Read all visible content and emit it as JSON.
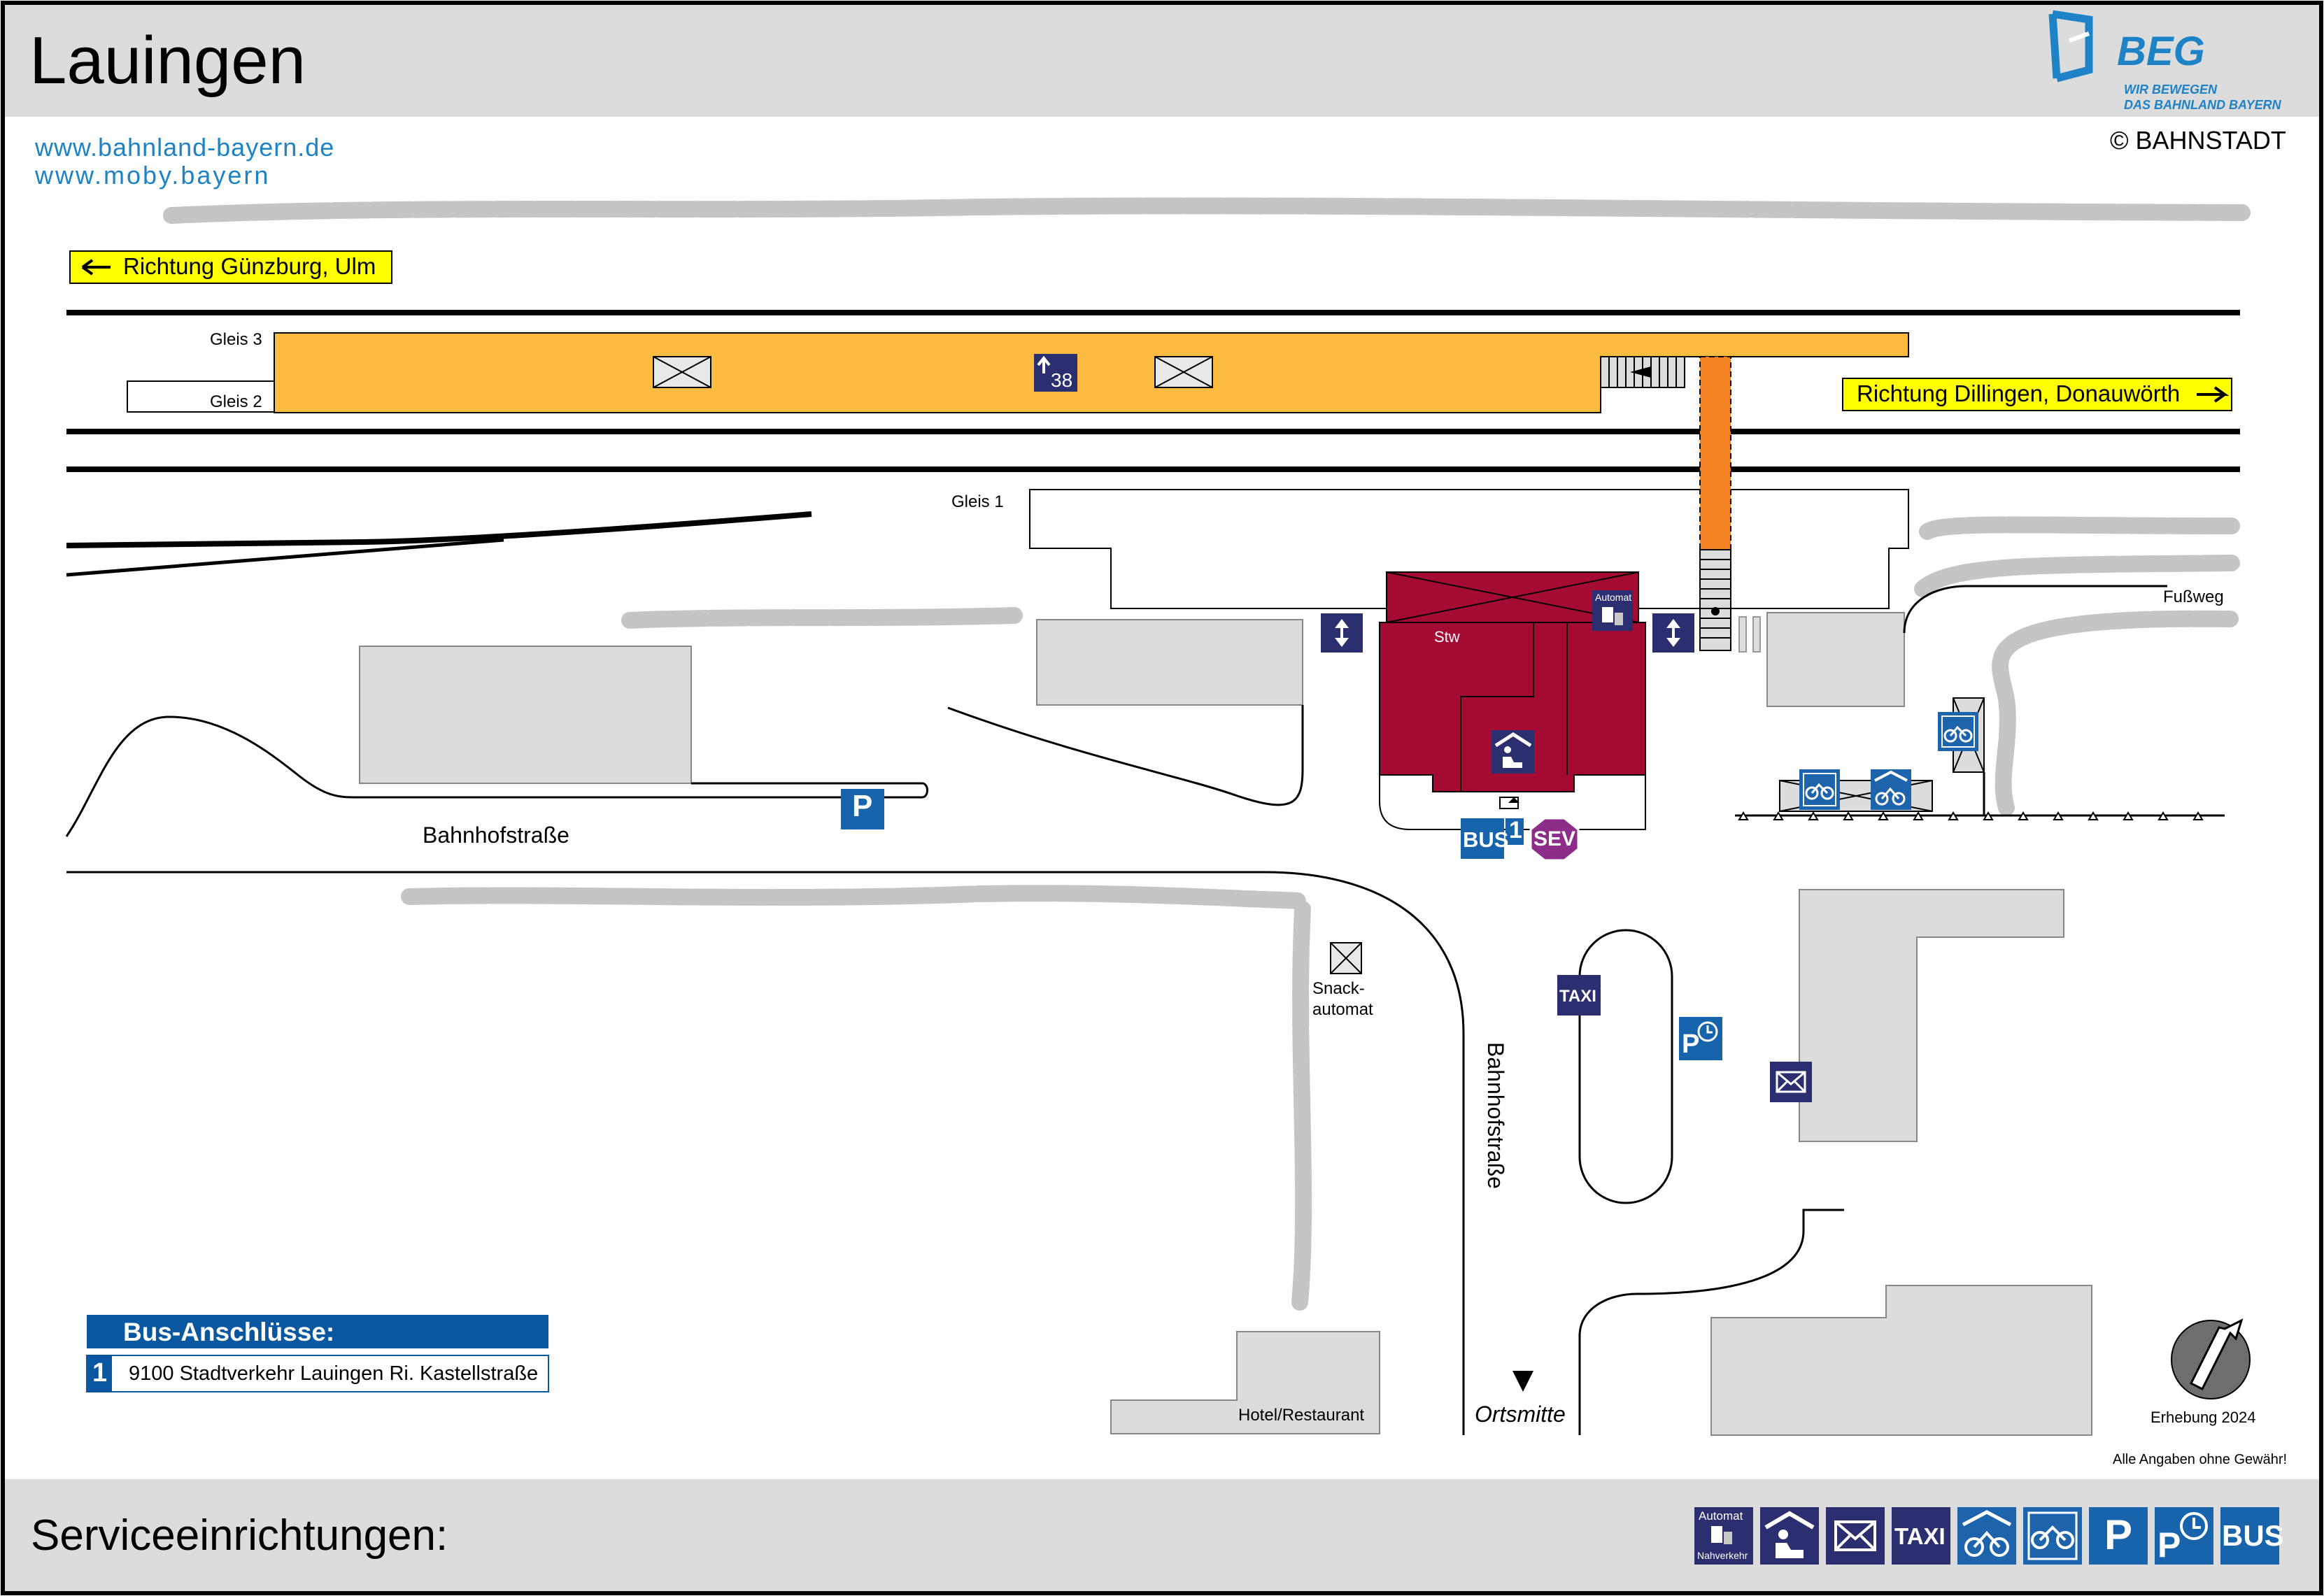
{
  "header": {
    "title": "Lauingen"
  },
  "brand": {
    "name": "BEG",
    "slogan_line1": "WIR BEWEGEN",
    "slogan_line2": "DAS BAHNLAND BAYERN",
    "copyright": "© BAHNSTADT"
  },
  "links": [
    "www.bahnland-bayern.de",
    "www.moby.bayern"
  ],
  "directions": {
    "west": "Richtung Günzburg, Ulm",
    "east": "Richtung Dillingen, Donauwörth"
  },
  "tracks": {
    "gleis3": "Gleis 3",
    "gleis2": "Gleis 2",
    "gleis1": "Gleis 1"
  },
  "labels": {
    "stw": "Stw",
    "automat": "Automat",
    "fussweg": "Fußweg",
    "street_west": "Bahnhofstraße",
    "street_south": "Bahnhofstraße",
    "snack_line1": "Snack-",
    "snack_line2": "automat",
    "hotel": "Hotel/Restaurant",
    "ortsmitte": "Ortsmitte",
    "survey": "Erhebung 2024",
    "disclaimer": "Alle Angaben ohne Gewähr!",
    "underpass_no": "38"
  },
  "badges": {
    "bus": "BUS",
    "bus_number": "1",
    "sev": "SEV",
    "taxi": "TAXI",
    "parking": "P"
  },
  "bus_connections": {
    "title": "Bus-Anschlüsse:",
    "rows": [
      {
        "number": "1",
        "text": "9100 Stadtverkehr Lauingen Ri. Kastellstraße"
      }
    ]
  },
  "footer": {
    "title": "Serviceeinrichtungen:",
    "legend_automat_top": "Automat",
    "legend_automat_bottom": "Nahverkehr",
    "legend_icons": [
      "ticket-machine-icon",
      "waiting-room-icon",
      "mailbox-icon",
      "taxi-icon",
      "bike-locker-icon",
      "bike-parking-icon",
      "parking-icon",
      "short-term-parking-icon",
      "bus-icon"
    ]
  },
  "colors": {
    "platform": "#fbbb40",
    "station_building": "#a50b32",
    "footbridge": "#f58220",
    "pictogram": "#2b2e6f",
    "bike_pictogram": "#1d64ad",
    "parking_blue": "#1763ac",
    "sev": "#8e2c8a",
    "direction_sign": "#ffff00",
    "hedge": "#c5c5c5",
    "building_gray": "#dcdcdc",
    "header_bar": "#dcdcdc",
    "beg_blue": "#1d82c6"
  }
}
